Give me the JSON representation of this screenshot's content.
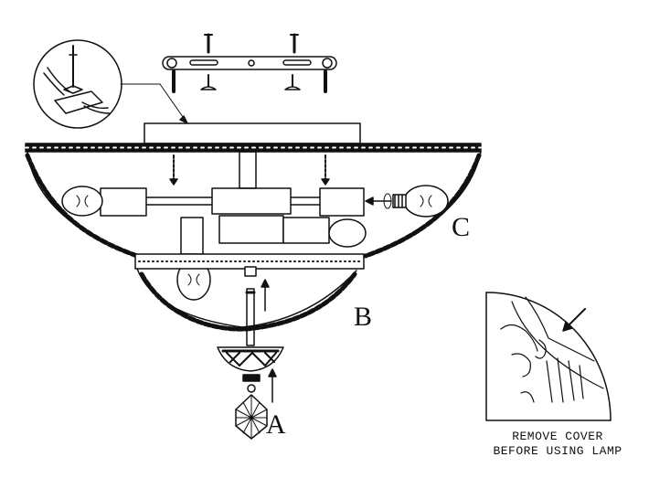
{
  "labels": {
    "part_a": "A",
    "part_b": "B",
    "part_c": "C"
  },
  "caption": {
    "line1": "REMOVE COVER",
    "line2": "BEFORE USING LAMP"
  },
  "colors": {
    "ink": "#111111",
    "background": "#ffffff"
  }
}
